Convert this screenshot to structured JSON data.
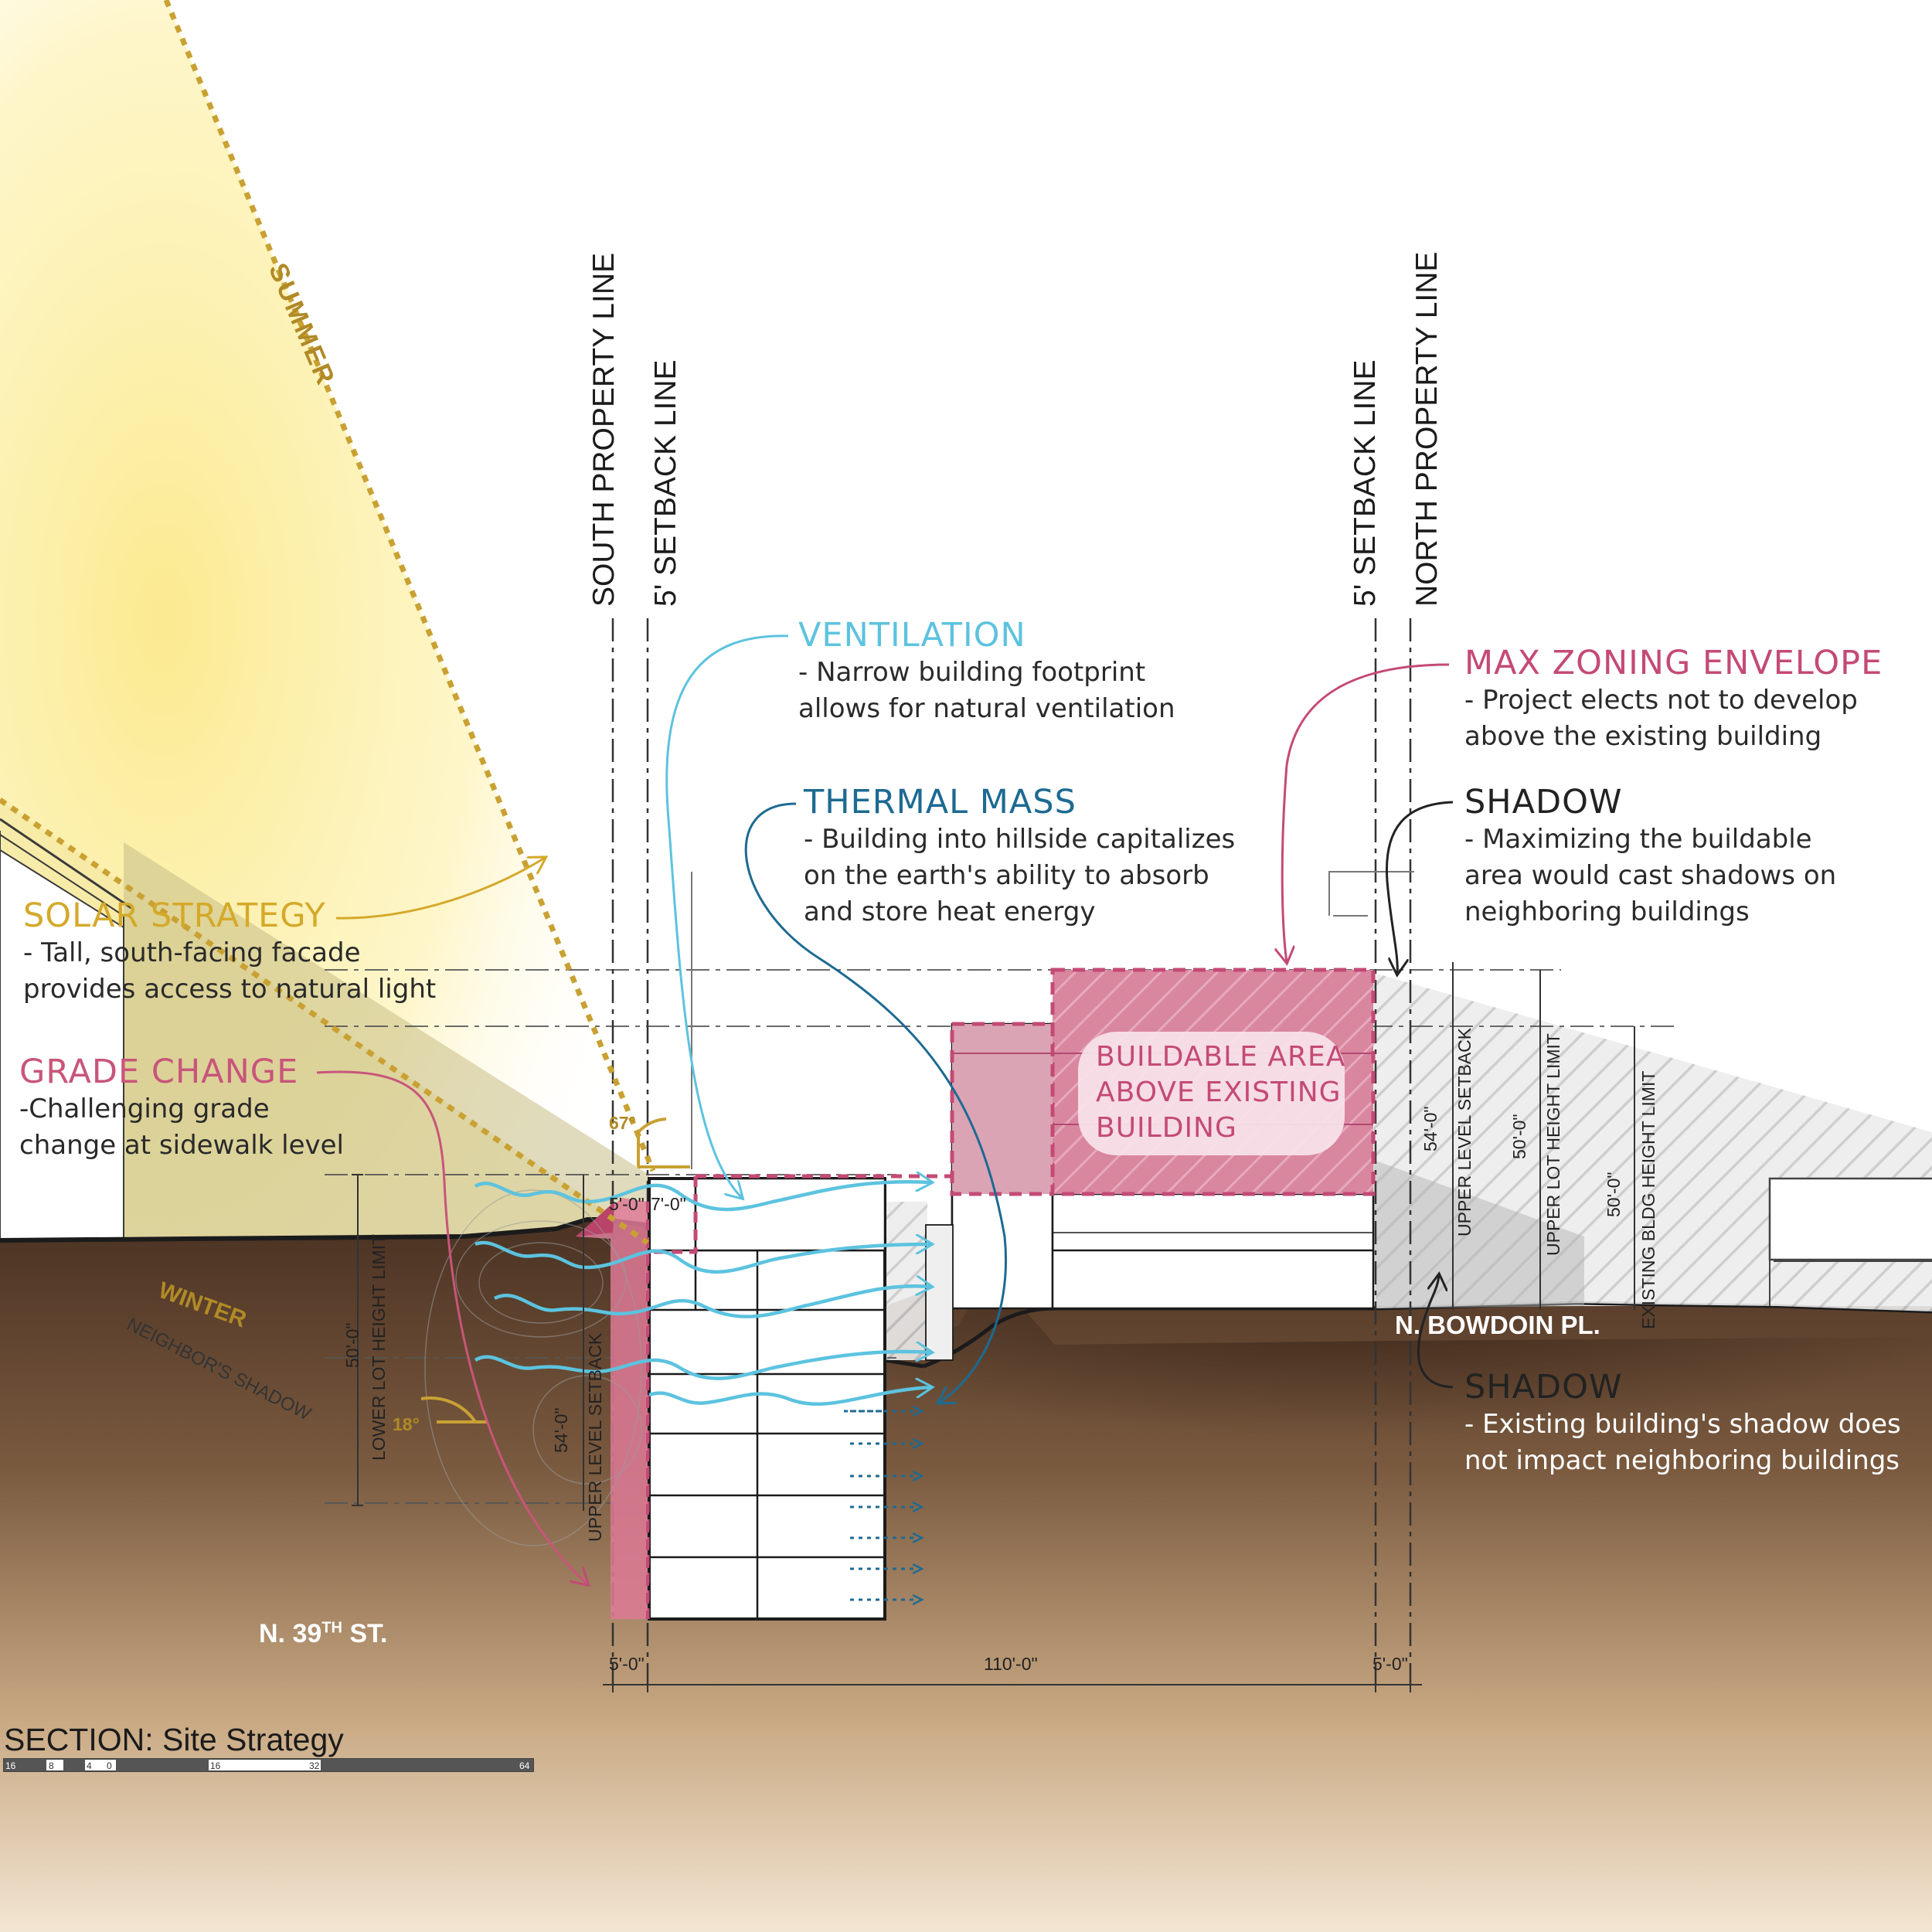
{
  "colors": {
    "solar": "#d4a92a",
    "grade": "#c8557a",
    "ventilation": "#5cc3df",
    "thermal": "#1d6a92",
    "zoning": "#c44a76",
    "shadow": "#222222",
    "earth_dark": "#4e3526",
    "earth_light": "#efe2cf"
  },
  "sun": {
    "summer": "SUMMER",
    "winter": "WINTER",
    "angle_summer": "67°",
    "angle_winter": "18°",
    "neighbors_shadow": "NEIGHBOR'S SHADOW"
  },
  "lines": {
    "south_property": "SOUTH PROPERTY LINE",
    "south_setback": "5' SETBACK LINE",
    "north_setback": "5' SETBACK LINE",
    "north_property": "NORTH PROPERTY LINE"
  },
  "annotations": {
    "solar": {
      "title": "SOLAR STRATEGY",
      "line1": "- Tall, south-facing facade",
      "line2": "provides access to natural light"
    },
    "grade": {
      "title": "GRADE CHANGE",
      "line1": "-Challenging grade",
      "line2": "change at sidewalk level"
    },
    "ventilation": {
      "title": "VENTILATION",
      "line1": "- Narrow building footprint",
      "line2": "allows for natural ventilation"
    },
    "thermal": {
      "title": "THERMAL MASS",
      "line1": "- Building into hillside capitalizes",
      "line2": "on the earth's ability to absorb",
      "line3": "and store heat energy"
    },
    "zoning": {
      "title": "MAX ZONING ENVELOPE",
      "line1": "- Project elects not to develop",
      "line2": "above the existing building"
    },
    "shadow_top": {
      "title": "SHADOW",
      "line1": "- Maximizing the buildable",
      "line2": "area would cast shadows on",
      "line3": "neighboring buildings"
    },
    "shadow_bottom": {
      "title": "SHADOW",
      "line1": "- Existing building's shadow does",
      "line2": "not impact neighboring buildings"
    }
  },
  "buildable": {
    "line1": "BUILDABLE AREA",
    "line2": "ABOVE EXISTING",
    "line3": "BUILDING"
  },
  "dimensions": {
    "setback_5a": "5'-0\"",
    "setback_7": "7'-0\"",
    "lower_height": "50'-0\"",
    "lower_lot_limit": "LOWER LOT HEIGHT LIMIT",
    "upper_setback_left": "54'-0\"",
    "upper_setback_left_label": "UPPER LEVEL SETBACK",
    "upper_setback_right": "54'-0\"",
    "upper_setback_right_label": "UPPER LEVEL SETBACK",
    "upper_lot": "50'-0\"",
    "upper_lot_label": "UPPER LOT HEIGHT LIMIT",
    "existing_bldg": "50'-0\"",
    "existing_bldg_label": "EXISTING BLDG HEIGHT LIMIT",
    "bottom_left": "5'-0\"",
    "bottom_mid": "110'-0\"",
    "bottom_right": "5'-0\""
  },
  "streets": {
    "south_base": "N. 39",
    "south_sup": "TH",
    "south_suffix": " ST.",
    "north": "N. BOWDOIN PL."
  },
  "section_title": "SECTION: Site Strategy",
  "scale_ticks": [
    "16",
    "8",
    "4",
    "0",
    "16",
    "32",
    "64"
  ]
}
